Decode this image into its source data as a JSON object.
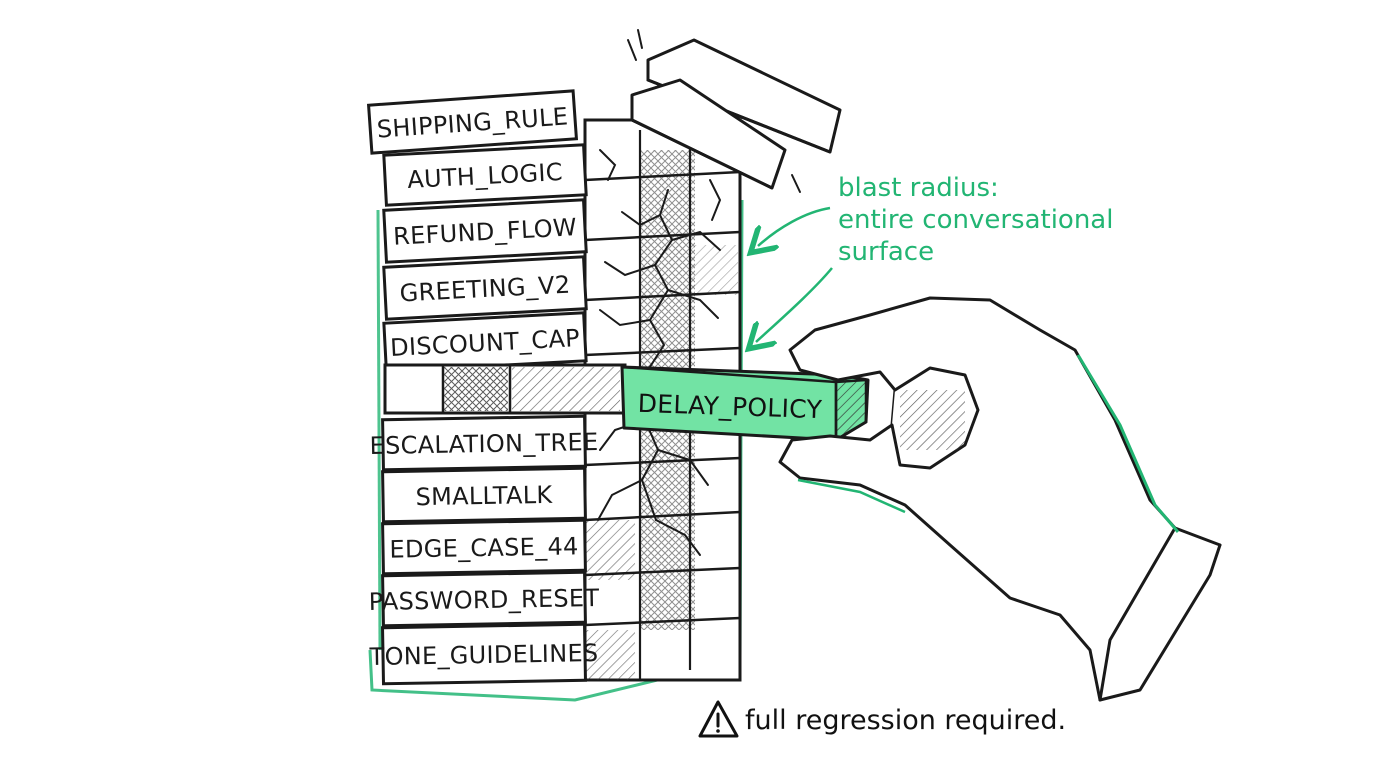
{
  "tower": {
    "blocks": [
      "SHIPPING_RULE",
      "AUTH_LOGIC",
      "REFUND_FLOW",
      "GREETING_V2",
      "DISCOUNT_CAP",
      "ESCALATION_TREE",
      "SMALLTALK",
      "EDGE_CASE_44",
      "PASSWORD_RESET",
      "TONE_GUIDELINES"
    ],
    "pulled_block": "DELAY_POLICY"
  },
  "annotation": {
    "lines": [
      "blast radius:",
      "entire conversational",
      "surface"
    ],
    "color": "#22b573"
  },
  "warning": {
    "icon": "warning-triangle-icon",
    "text": "full regression required."
  },
  "colors": {
    "ink": "#1a1a1a",
    "accent": "#22b573",
    "highlight_fill": "#72e3a4"
  }
}
